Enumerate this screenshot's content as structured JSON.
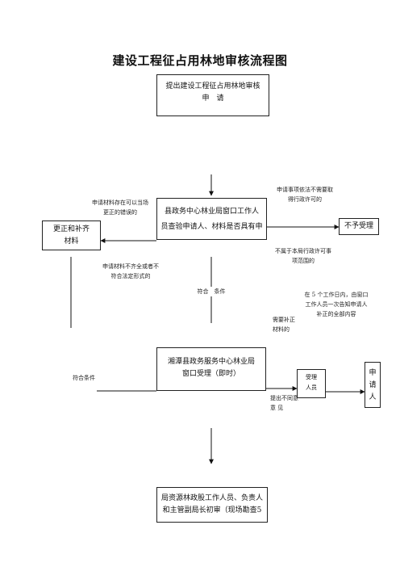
{
  "title": "建设工程征占用林地审核流程图",
  "boxes": {
    "apply": {
      "line1": "提出建设工程征占用林地审核",
      "line2": "申　请"
    },
    "review_window": {
      "line1": "县政务中心林业局窗口工作人",
      "line2": "员查验申请人、材料是否具有申"
    },
    "correct": {
      "line1": "更正和补齐",
      "line2": "材料"
    },
    "reject": {
      "text": "不予受理"
    },
    "accept_window": {
      "line1": "湘潭县政务服务中心林业局",
      "line2": "窗口受理（即时）"
    },
    "acceptor": {
      "line1": "受理",
      "line2": "人员"
    },
    "applicant": {
      "c1": "申",
      "c2": "请",
      "c3": "人"
    },
    "first_review": {
      "line1": "局资源林政股工作人员、负责人",
      "line2": "和主管副局长初审（现场勘查5"
    }
  },
  "notes": {
    "no_permit": {
      "line1": "申请事项依法不需要取",
      "line2": "得行政许可的"
    },
    "material_error": {
      "line1": "申请材料存在可以当场",
      "line2": "更正的错误的"
    },
    "not_scope": {
      "line1": "不属于本局行政许可事",
      "line2": "项范围的"
    },
    "incomplete": {
      "line1": "申请材料不齐全或者不",
      "line2": "符合法定形式的"
    },
    "meets_conditions": "符合　条件",
    "five_days": {
      "line1": "在 5 个工作日内，由窗口",
      "line2": "工作人员一次告知申请人",
      "line3": "补正的全部内容"
    },
    "need_supplement": {
      "line1": "需要补正",
      "line2": "材料的"
    },
    "meets_conditions_2": "符合条件",
    "disagree": {
      "line1": "提出不同意",
      "line2": "意  见"
    }
  }
}
